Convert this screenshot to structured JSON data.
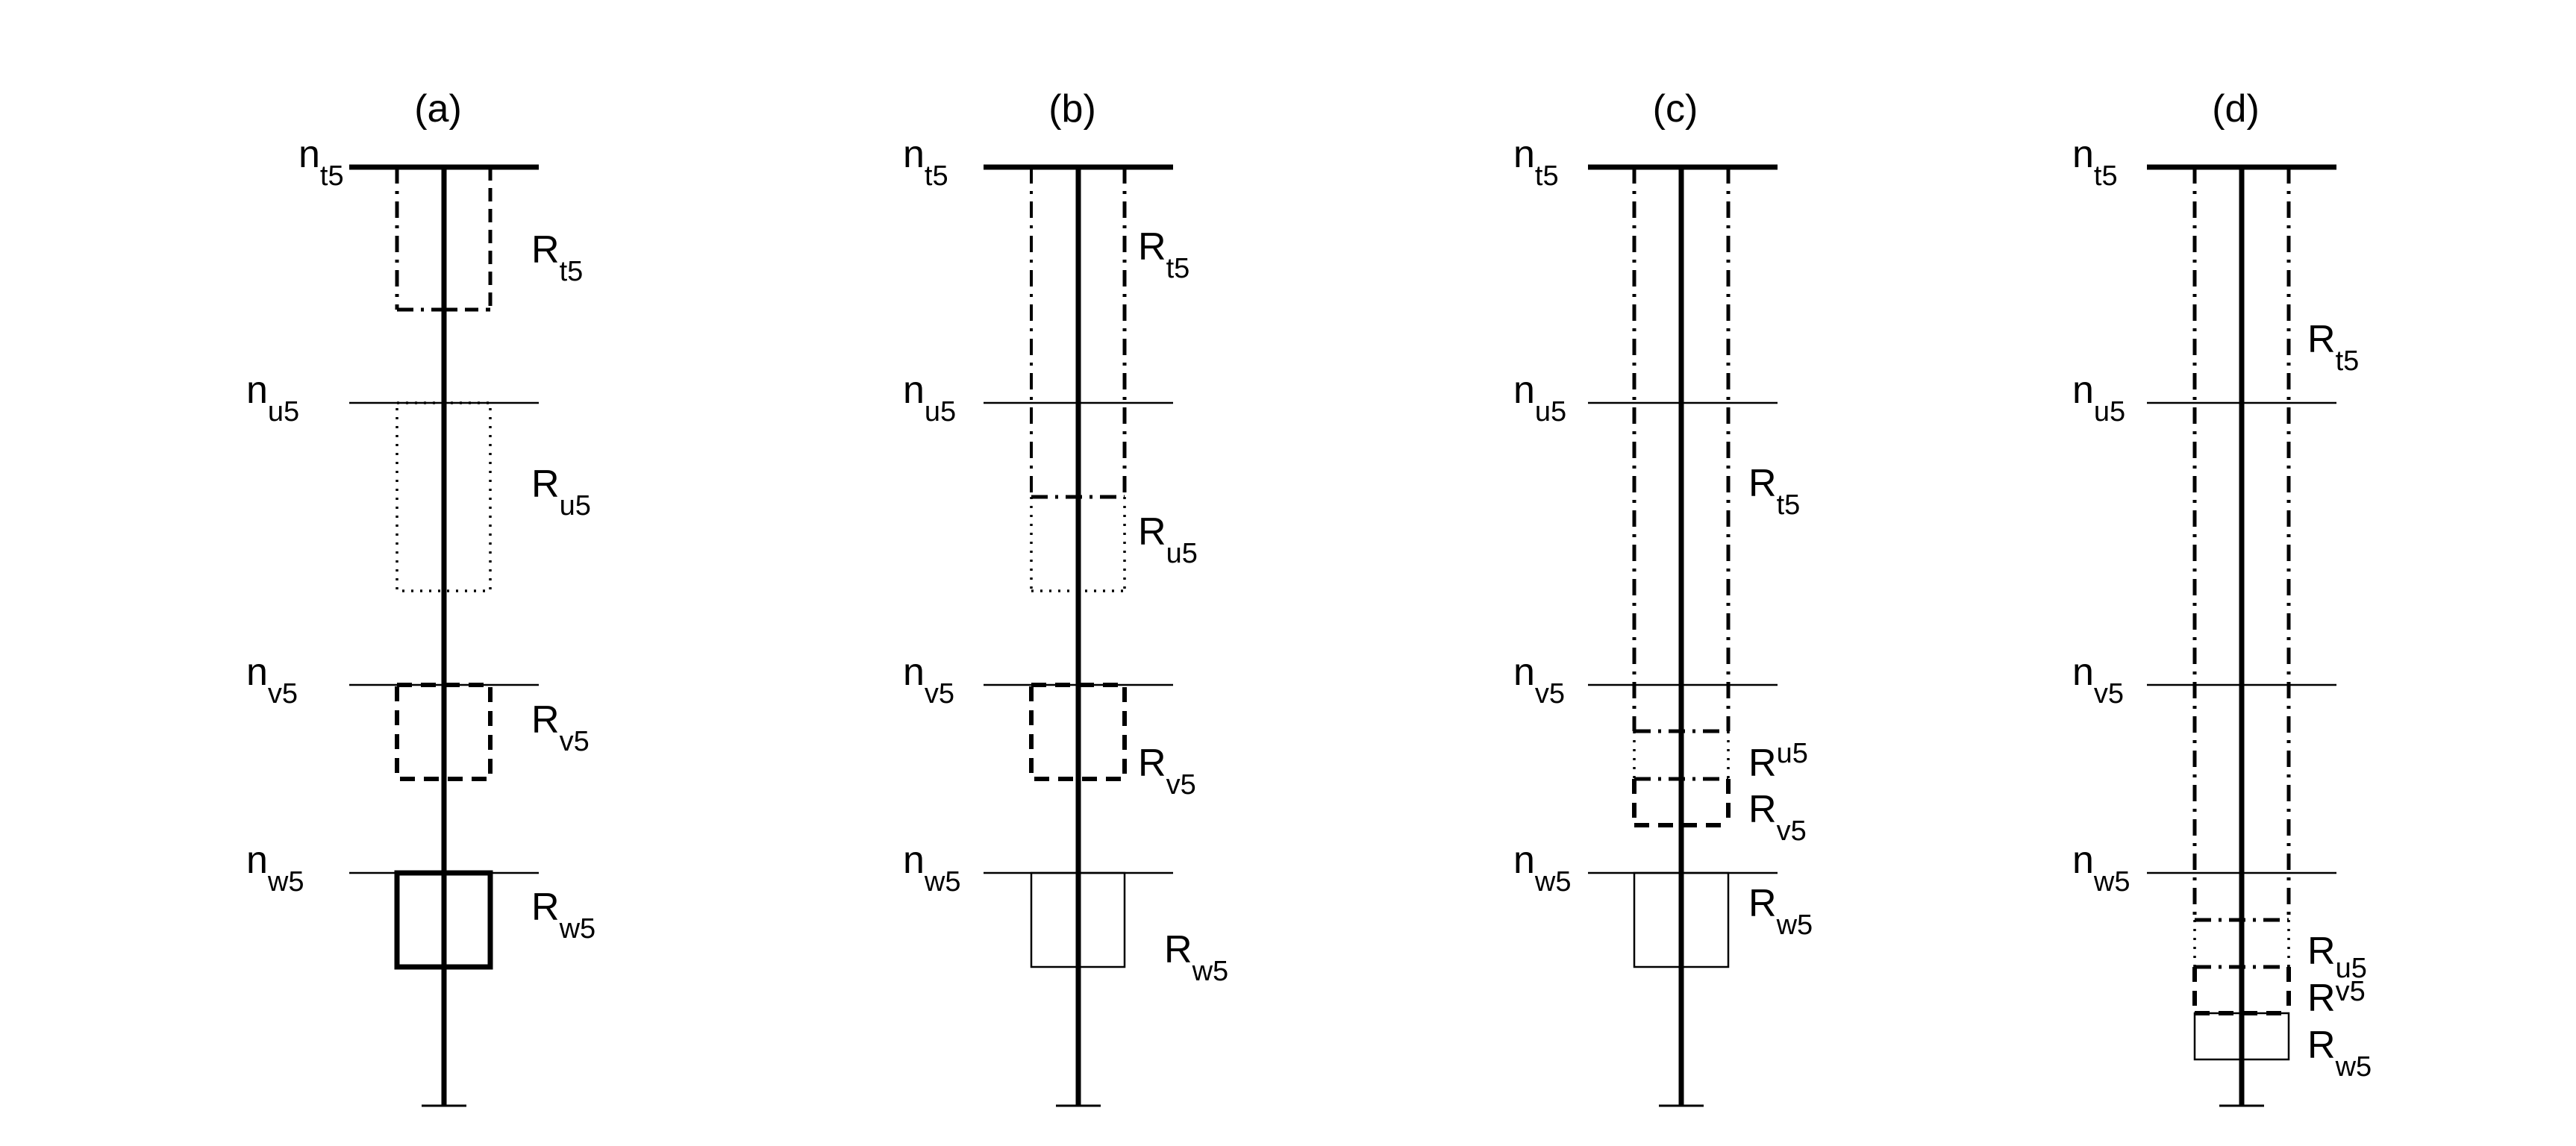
{
  "figure": {
    "panels": [
      {
        "id": "a",
        "title": "(a)",
        "nodes": [
          {
            "letter": "n",
            "sub": "t5"
          },
          {
            "letter": "n",
            "sub": "u5"
          },
          {
            "letter": "n",
            "sub": "v5"
          },
          {
            "letter": "n",
            "sub": "w5"
          }
        ],
        "regions": [
          {
            "letter": "R",
            "sub": "t5",
            "style": "dash-dot left, dashed right"
          },
          {
            "letter": "R",
            "sub": "u5",
            "style": "dotted"
          },
          {
            "letter": "R",
            "sub": "v5",
            "style": "dashed"
          },
          {
            "letter": "R",
            "sub": "w5",
            "style": "solid thick"
          }
        ]
      },
      {
        "id": "b",
        "title": "(b)",
        "nodes": [
          {
            "letter": "n",
            "sub": "t5"
          },
          {
            "letter": "n",
            "sub": "u5"
          },
          {
            "letter": "n",
            "sub": "v5"
          },
          {
            "letter": "n",
            "sub": "w5"
          }
        ],
        "regions": [
          {
            "letter": "R",
            "sub": "t5",
            "style": "dash-dot"
          },
          {
            "letter": "R",
            "sub": "u5",
            "style": "dotted"
          },
          {
            "letter": "R",
            "sub": "v5",
            "style": "dashed"
          },
          {
            "letter": "R",
            "sub": "w5",
            "style": "solid thin"
          }
        ]
      },
      {
        "id": "c",
        "title": "(c)",
        "nodes": [
          {
            "letter": "n",
            "sub": "t5"
          },
          {
            "letter": "n",
            "sub": "u5"
          },
          {
            "letter": "n",
            "sub": "v5"
          },
          {
            "letter": "n",
            "sub": "w5"
          }
        ],
        "regions": [
          {
            "letter": "R",
            "sub": "t5",
            "style": "dash-dot"
          },
          {
            "letter": "R",
            "sub": "u5",
            "style": "dotted"
          },
          {
            "letter": "R",
            "sub": "v5",
            "style": "dashed"
          },
          {
            "letter": "R",
            "sub": "w5",
            "style": "solid thin"
          }
        ]
      },
      {
        "id": "d",
        "title": "(d)",
        "nodes": [
          {
            "letter": "n",
            "sub": "t5"
          },
          {
            "letter": "n",
            "sub": "u5"
          },
          {
            "letter": "n",
            "sub": "v5"
          },
          {
            "letter": "n",
            "sub": "w5"
          }
        ],
        "regions": [
          {
            "letter": "R",
            "sub": "t5",
            "style": "dash-dot"
          },
          {
            "letter": "R",
            "sub": "u5",
            "style": "dotted"
          },
          {
            "letter": "R",
            "sub": "v5",
            "style": "dashed"
          },
          {
            "letter": "R",
            "sub": "w5",
            "style": "solid thin"
          }
        ]
      }
    ]
  }
}
